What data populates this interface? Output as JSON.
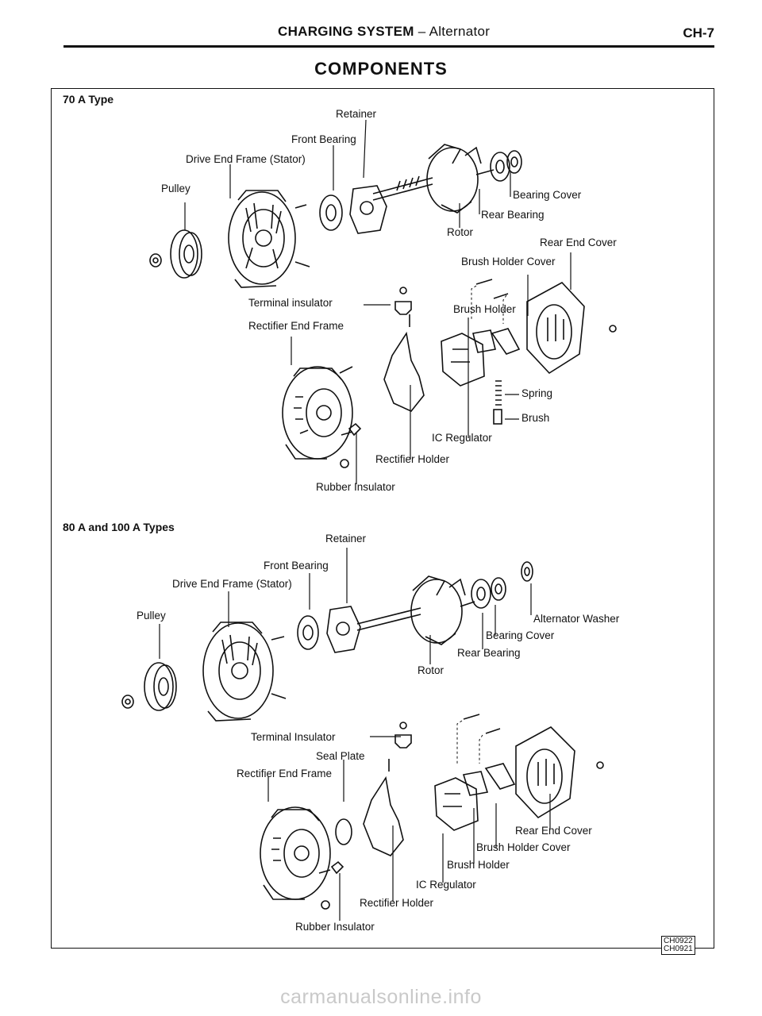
{
  "header": {
    "title_main": "CHARGING SYSTEM",
    "title_sep": " – ",
    "title_sub": "Alternator",
    "page": "CH-7"
  },
  "heading": "COMPONENTS",
  "section1": {
    "title": "70 A Type",
    "labels": {
      "retainer": "Retainer",
      "front_bearing": "Front Bearing",
      "drive_end_frame": "Drive End Frame (Stator)",
      "pulley": "Pulley",
      "bearing_cover": "Bearing Cover",
      "rear_bearing": "Rear Bearing",
      "rotor": "Rotor",
      "rear_end_cover": "Rear End Cover",
      "brush_holder_cover": "Brush Holder Cover",
      "terminal_insulator": "Terminal insulator",
      "brush_holder": "Brush Holder",
      "rectifier_end_frame": "Rectifier End Frame",
      "spring": "Spring",
      "brush": "Brush",
      "ic_regulator": "IC Regulator",
      "rectifier_holder": "Rectifier Holder",
      "rubber_insulator": "Rubber Insulator"
    }
  },
  "section2": {
    "title": "80 A and 100 A Types",
    "labels": {
      "retainer": "Retainer",
      "front_bearing": "Front Bearing",
      "drive_end_frame": "Drive End Frame (Stator)",
      "pulley": "Pulley",
      "alternator_washer": "Alternator Washer",
      "bearing_cover": "Bearing Cover",
      "rear_bearing": "Rear Bearing",
      "rotor": "Rotor",
      "terminal_insulator": "Terminal Insulator",
      "seal_plate": "Seal Plate",
      "rectifier_end_frame": "Rectifier End Frame",
      "rear_end_cover": "Rear End Cover",
      "brush_holder_cover": "Brush Holder Cover",
      "brush_holder": "Brush Holder",
      "ic_regulator": "IC Regulator",
      "rectifier_holder": "Rectifier Holder",
      "rubber_insulator": "Rubber Insulator"
    }
  },
  "figure_codes": [
    "CH0922",
    "CH0921"
  ],
  "watermark": "carmanualsonline.info"
}
